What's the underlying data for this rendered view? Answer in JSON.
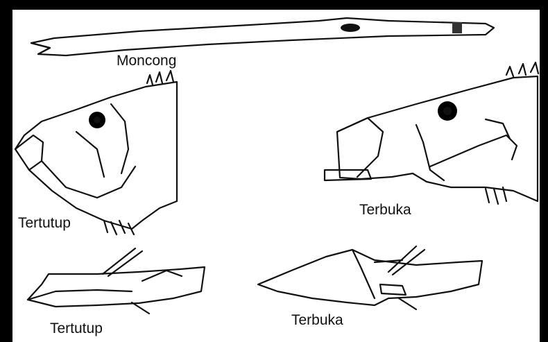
{
  "watermark": "",
  "labels": {
    "snout": "Moncong",
    "closed_top": "Tertutup",
    "open_top": "Terbuka",
    "closed_bottom": "Tertutup",
    "open_bottom": "Terbuka"
  },
  "colors": {
    "ink": "#111111",
    "frame": "#000000",
    "paper": "#ffffff"
  }
}
